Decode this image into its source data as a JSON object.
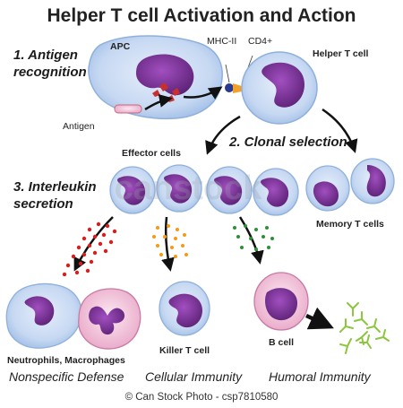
{
  "title": "Helper T cell Activation and Action",
  "steps": {
    "step1_line1": "1. Antigen",
    "step1_line2": "recognition",
    "step2": "2. Clonal selection",
    "step3_line1": "3. Interleukin",
    "step3_line2": "secretion"
  },
  "labels": {
    "apc": "APC",
    "mhc": "MHC-II",
    "cd4": "CD4+",
    "helper_t": "Helper T cell",
    "antigen": "Antigen",
    "effector": "Effector cells",
    "memory": "Memory T cells",
    "neutrophils": "Neutrophils, Macrophages",
    "killer": "Killer T cell",
    "bcell": "B cell"
  },
  "categories": {
    "nonspecific": "Nonspecific Defense",
    "cellular": "Cellular Immunity",
    "humoral": "Humoral Immunity"
  },
  "watermark": "canstock",
  "footer": "© Can Stock Photo - csp7810580",
  "colors": {
    "cell_fill": "#c9dcf3",
    "cell_edge": "#7fa6d6",
    "nucleus": "#6b2a86",
    "nucleus_light": "#9a4bb5",
    "red_dots": "#d42020",
    "orange_dots": "#f39a1a",
    "green_dots": "#2f8f3a",
    "antibody": "#8cc63f",
    "antigen_fill": "#f2a6b3"
  }
}
